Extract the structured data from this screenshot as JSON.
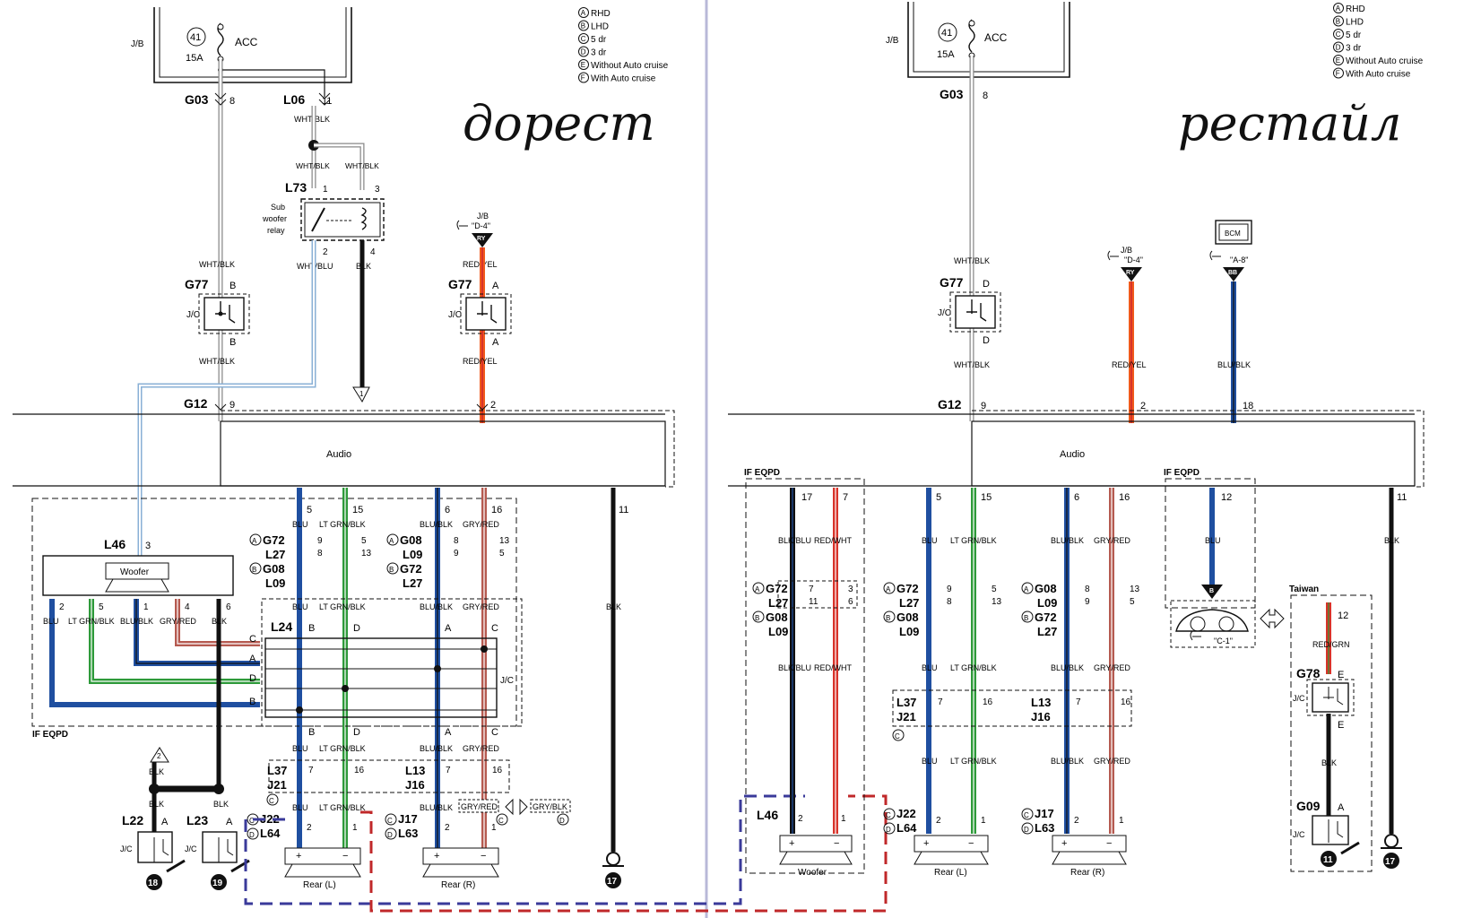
{
  "headings": {
    "left": "дорест",
    "right": "рестайл"
  },
  "legend": [
    "RHD",
    "LHD",
    "5 dr",
    "3 dr",
    "Without Auto cruise",
    "With Auto cruise"
  ],
  "legend_letters": [
    "A",
    "B",
    "C",
    "D",
    "E",
    "F"
  ],
  "colors": {
    "blu": "#1f4fa0",
    "grn": "#2e9a3a",
    "red": "#d8332a",
    "orange": "#f05a1c",
    "brown": "#b55a50",
    "blk": "#111111",
    "gray": "#8a8a8a",
    "purple_dash": "#3a3a9a",
    "red_dash": "#c0282a",
    "divider": "#b9b9d8"
  },
  "left": {
    "jb": "J/B",
    "fuse_no": "41",
    "fuse_amp": "15A",
    "acc": "ACC",
    "g03": "G03",
    "g03_pin": "8",
    "l06": "L06",
    "l06_pin": "11",
    "wht_blk": "WHT/BLK",
    "wht_blu": "WHT/BLU",
    "blk": "BLK",
    "l73": "L73",
    "l73_p1": "1",
    "l73_p2": "2",
    "l73_p3": "3",
    "l73_p4": "4",
    "relay_l1": "Sub",
    "relay_l2": "woofer",
    "relay_l3": "relay",
    "g77": "G77",
    "g77_b": "B",
    "jc": "J/C",
    "g12": "G12",
    "g12_pin9": "9",
    "g12_pin2": "2",
    "jb_ref": "J/B",
    "d4": "\"D-4\"",
    "ry": "RY",
    "red_yel": "RED/YEL",
    "g77r_a": "A",
    "arrow1": "1",
    "audio": "Audio",
    "l46": "L46",
    "l46_pin": "3",
    "woofer": "Woofer",
    "w_pins": [
      "2",
      "5",
      "1",
      "4",
      "6"
    ],
    "w_wires": [
      "BLU",
      "LT GRN/BLK",
      "BLU/BLK",
      "GRY/RED",
      "BLK"
    ],
    "if_eqpd": "IF EQPD",
    "pins_top": [
      "5",
      "15",
      "6",
      "16"
    ],
    "wires": [
      "BLU",
      "LT GRN/BLK",
      "BLU/BLK",
      "GRY/RED"
    ],
    "conn_a1": "G72",
    "conn_a2": "L27",
    "conn_a3": "G08",
    "conn_a4": "L09",
    "conn_b1": "G08",
    "conn_b2": "L09",
    "conn_b3": "G72",
    "conn_b4": "L27",
    "pinrefs": [
      "9",
      "8",
      "5",
      "13",
      "8",
      "9",
      "13",
      "5"
    ],
    "l24": "L24",
    "l24_tags": [
      "B",
      "D",
      "A",
      "C"
    ],
    "side_tags": [
      "C",
      "A",
      "D",
      "B"
    ],
    "l37": "L37",
    "j21": "J21",
    "l13": "L13",
    "j16": "J16",
    "pins_low": [
      "7",
      "16",
      "7",
      "16"
    ],
    "j22": "J22",
    "l64": "L64",
    "j17": "J17",
    "l63": "L63",
    "spk_pins": [
      "2",
      "1",
      "2",
      "1"
    ],
    "rear_l": "Rear (L)",
    "rear_r": "Rear (R)",
    "gry_red": "GRY/RED",
    "gry_blk": "GRY/BLK",
    "l22": "L22",
    "l23": "L23",
    "pin_a": "A",
    "g18": "18",
    "g19": "19",
    "g17": "17",
    "pin11": "11",
    "arrow2": "2"
  },
  "right": {
    "jb": "J/B",
    "fuse_no": "41",
    "fuse_amp": "15A",
    "acc": "ACC",
    "g03": "G03",
    "g03_pin": "8",
    "wht_blk": "WHT/BLK",
    "g77": "G77",
    "g77_d": "D",
    "jc": "J/C",
    "g12": "G12",
    "g12_pins": [
      "9",
      "2",
      "18"
    ],
    "jb_ref": "J/B",
    "d4": "\"D-4\"",
    "ry": "RY",
    "red_yel": "RED/YEL",
    "bcm": "BCM",
    "a8": "\"A-8\"",
    "bb": "BB",
    "blu_blk": "BLU/BLK",
    "audio": "Audio",
    "if_eqpd": "IF EQPD",
    "w_pins": [
      "17",
      "7"
    ],
    "w_wires": [
      "BLK/BLU",
      "RED/WHT"
    ],
    "pins_top": [
      "5",
      "15",
      "6",
      "16"
    ],
    "wires": [
      "BLU",
      "LT GRN/BLK",
      "BLU/BLK",
      "GRY/RED"
    ],
    "conn_a1": "G72",
    "conn_a2": "L27",
    "conn_a3": "G08",
    "conn_a4": "L09",
    "conn_b1": "G08",
    "conn_b2": "L09",
    "conn_b3": "G72",
    "conn_b4": "L27",
    "pinrefs": [
      "7",
      "11",
      "3",
      "6",
      "9",
      "8",
      "5",
      "13",
      "8",
      "9",
      "13",
      "5"
    ],
    "l37": "L37",
    "j21": "J21",
    "l13": "L13",
    "j16": "J16",
    "pins_low": [
      "7",
      "16",
      "7",
      "16"
    ],
    "l46": "L46",
    "woofer": "Woofer",
    "j22": "J22",
    "l64": "L64",
    "j17": "J17",
    "l63": "L63",
    "spk_pins": [
      "2",
      "1",
      "2",
      "1",
      "2",
      "1"
    ],
    "rear_l": "Rear (L)",
    "rear_r": "Rear (R)",
    "pin12": "12",
    "blu": "BLU",
    "b": "B",
    "c1": "\"C-1\"",
    "taiwan": "Taiwan",
    "red_grn": "RED/GRN",
    "g78": "G78",
    "e": "E",
    "g09": "G09",
    "pin_a": "A",
    "g11": "11",
    "g17": "17",
    "pin11": "11",
    "blk": "BLK"
  }
}
